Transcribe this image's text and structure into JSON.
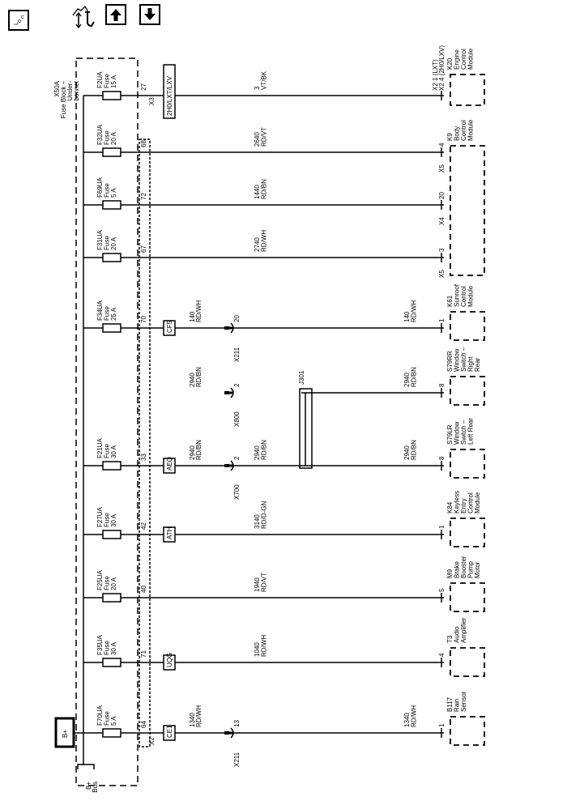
{
  "toolbar": {
    "loc_label": "LOC",
    "icons": [
      "location-icon",
      "diagnostic-wrench-icon",
      "arrow-up-icon",
      "arrow-down-icon"
    ]
  },
  "fuse_block": {
    "lines": [
      "X50A",
      "Fuse Block –",
      "Under-",
      "bonnet"
    ],
    "connector_x3": "X3",
    "connector_x2": "X2"
  },
  "power": {
    "source": "B+",
    "bus": [
      "B+",
      "Bus"
    ]
  },
  "circuits": [
    {
      "fuse": [
        "F2UA",
        "Fuse",
        "15 A"
      ],
      "pin": "27",
      "inline": "2H0/LXT/LXV",
      "wire": [
        "3",
        "VT/BK"
      ],
      "module_pin": [
        "X2  1 (LXT)",
        "X2  4 (2H0/LXV)"
      ],
      "module": [
        "K20",
        "Engine",
        "Control",
        "Module"
      ]
    },
    {
      "fuse": [
        "F32UA",
        "Fuse",
        "20 A"
      ],
      "pin": "68",
      "wire": [
        "2640",
        "RD/VT"
      ],
      "module_conn": "X5",
      "module_pin": [
        "4"
      ],
      "module": [
        "K9",
        "Body",
        "Control",
        "Module"
      ]
    },
    {
      "fuse": [
        "F69UA",
        "Fuse",
        "5 A"
      ],
      "pin": "72",
      "wire": [
        "1440",
        "RD/BN"
      ],
      "module_conn": "X4",
      "module_pin": [
        "20"
      ]
    },
    {
      "fuse": [
        "F31UA",
        "Fuse",
        "20 A"
      ],
      "pin": "67",
      "wire": [
        "2740",
        "RD/WH"
      ],
      "module_conn": "X5",
      "module_pin": [
        "3"
      ]
    },
    {
      "fuse": [
        "F34UA",
        "Fuse",
        "25 A"
      ],
      "pin": "70",
      "inline": "CF5",
      "wire_left": [
        "140",
        "RD/WH"
      ],
      "splice": "X211",
      "splice_pin": "20",
      "wire": [
        "140",
        "RD/WH"
      ],
      "module_pin": [
        "1"
      ],
      "module": [
        "K61",
        "Sunroof",
        "Control",
        "Module"
      ]
    },
    {
      "wire_left": [
        "2940",
        "RD/BN"
      ],
      "splice": "X800",
      "splice_pin": "2",
      "wire": [
        "2940",
        "RD/BN"
      ],
      "module_pin": [
        "8"
      ],
      "module": [
        "S79RR",
        "Window",
        "Switch –",
        "Right",
        "Rear"
      ]
    },
    {
      "fuse": [
        "F21UA",
        "Fuse",
        "30 A"
      ],
      "pin": "33",
      "inline": "AEQ",
      "wire_mid": [
        "2940",
        "RD/BN"
      ],
      "junction": "J301",
      "wire_left": [
        "2940",
        "RD/BN"
      ],
      "splice": "X700",
      "splice_pin": "2",
      "wire": [
        "2940",
        "RD/BN"
      ],
      "module_pin": [
        "8"
      ],
      "module": [
        "S79LR",
        "Window",
        "Switch –",
        "Left Rear"
      ]
    },
    {
      "fuse": [
        "F27UA",
        "Fuse",
        "30 A"
      ],
      "pin": "42",
      "inline": "ATH",
      "wire": [
        "3140",
        "RD/D-GN"
      ],
      "module_pin": [
        "1"
      ],
      "module": [
        "K84",
        "Keyless",
        "Entry",
        "Control",
        "Module"
      ]
    },
    {
      "fuse": [
        "F25UA",
        "Fuse",
        "20 A"
      ],
      "pin": "40",
      "wire": [
        "1940",
        "RD/VT"
      ],
      "module_pin": [
        "5"
      ],
      "module": [
        "M9",
        "Brake",
        "Booster",
        "Pump",
        "Motor"
      ]
    },
    {
      "fuse": [
        "F35UA",
        "Fuse",
        "30 A"
      ],
      "pin": "71",
      "inline": "UQG",
      "wire": [
        "1040",
        "RD/WH"
      ],
      "module_pin": [
        "4"
      ],
      "module": [
        "T3",
        "Audio",
        "Amplifier"
      ]
    },
    {
      "fuse": [
        "F70UA",
        "Fuse",
        "5 A"
      ],
      "pin": "64",
      "inline": "CE1",
      "wire_left": [
        "1340",
        "RD/WH"
      ],
      "splice": "X211",
      "splice_pin": "13",
      "wire": [
        "1340",
        "RD/WH"
      ],
      "module_pin": [
        "1"
      ],
      "module": [
        "B117",
        "Rain",
        "Sensor"
      ]
    }
  ]
}
